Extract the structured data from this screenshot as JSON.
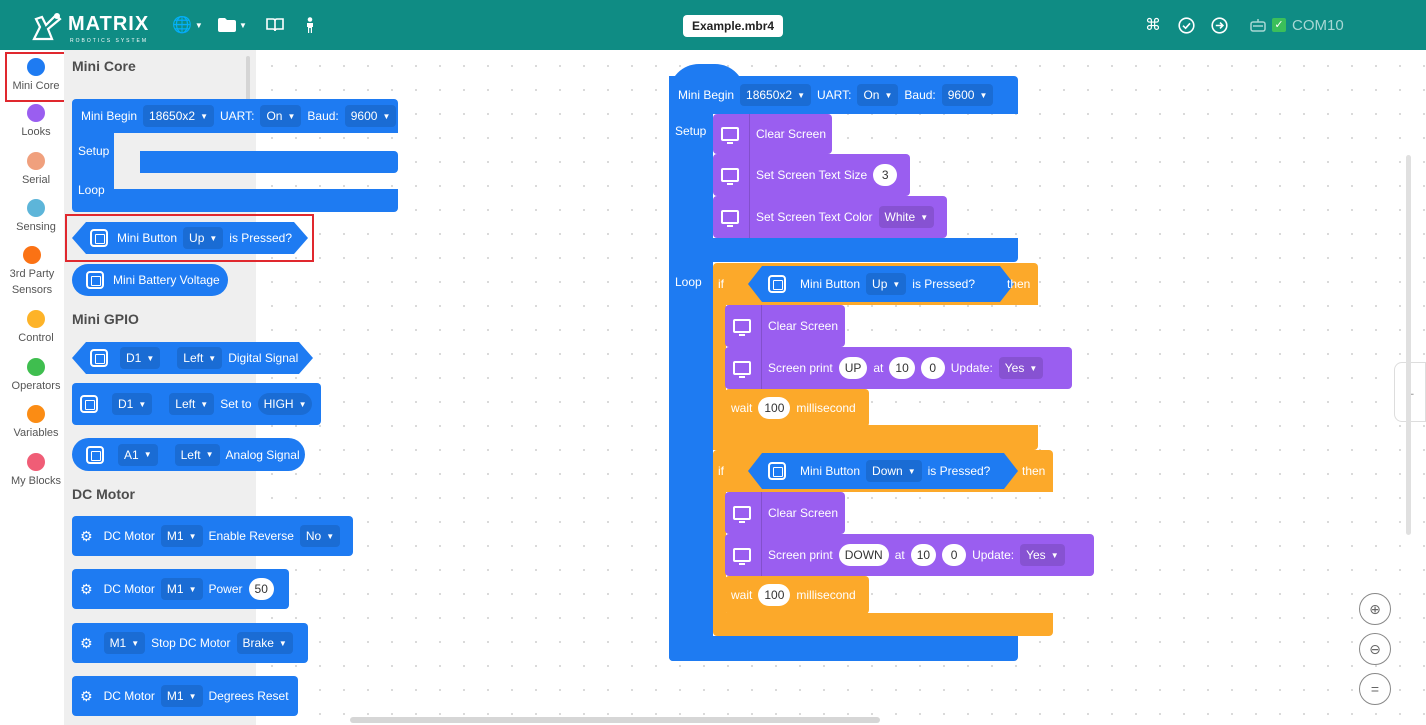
{
  "topbar": {
    "logo": "MATRIX",
    "logo_sub": "ROBOTICS SYSTEM",
    "file_name": "Example.mbr4",
    "port": "COM10"
  },
  "categories": [
    {
      "label": "Mini Core",
      "color": "#1e7bf2"
    },
    {
      "label": "Looks",
      "color": "#9a5ef0"
    },
    {
      "label": "Serial",
      "color": "#f0a07d"
    },
    {
      "label": "Sensing",
      "color": "#5db5d9"
    },
    {
      "label": "3rd Party Sensors",
      "color": "#fb7214"
    },
    {
      "label": "Control",
      "color": "#fdb328"
    },
    {
      "label": "Operators",
      "color": "#3fbe4f"
    },
    {
      "label": "Variables",
      "color": "#fb8c14"
    },
    {
      "label": "My Blocks",
      "color": "#f05d76"
    }
  ],
  "flyout": {
    "sections": [
      "Mini Core",
      "Mini GPIO",
      "DC Motor"
    ],
    "mini_begin": {
      "label": "Mini Begin",
      "battery": "18650x2",
      "uart_label": "UART:",
      "uart": "On",
      "baud_label": "Baud:",
      "baud": "9600",
      "setup": "Setup",
      "loop": "Loop"
    },
    "mini_button": {
      "label": "Mini Button",
      "value": "Up",
      "suffix": "is Pressed?"
    },
    "battery_voltage": "Mini Battery Voltage",
    "gpio_digital": {
      "pin": "D1",
      "side": "Left",
      "label": "Digital Signal"
    },
    "gpio_set": {
      "pin": "D1",
      "side": "Left",
      "label": "Set to",
      "value": "HIGH"
    },
    "gpio_analog": {
      "pin": "A1",
      "side": "Left",
      "label": "Analog Signal"
    },
    "dc_reverse": {
      "label": "DC Motor",
      "motor": "M1",
      "label2": "Enable Reverse",
      "value": "No"
    },
    "dc_power": {
      "label": "DC Motor",
      "motor": "M1",
      "label2": "Power",
      "value": "50"
    },
    "dc_stop": {
      "motor": "M1",
      "label": "Stop DC Motor",
      "value": "Brake"
    },
    "dc_reset": {
      "label": "DC Motor",
      "motor": "M1",
      "label2": "Degrees Reset"
    }
  },
  "program": {
    "begin": {
      "label": "Mini Begin",
      "battery": "18650x2",
      "uart_label": "UART:",
      "uart": "On",
      "baud_label": "Baud:",
      "baud": "9600",
      "setup": "Setup",
      "loop": "Loop"
    },
    "setup": {
      "clear": "Clear Screen",
      "text_size_label": "Set Screen Text Size",
      "text_size": "3",
      "text_color_label": "Set Screen Text Color",
      "text_color": "White"
    },
    "if1": {
      "if": "if",
      "then": "then",
      "button_label": "Mini Button",
      "button": "Up",
      "pressed": "is Pressed?",
      "clear": "Clear Screen",
      "print_label": "Screen print",
      "print_value": "UP",
      "at": "at",
      "x": "10",
      "y": "0",
      "update_label": "Update:",
      "update": "Yes",
      "wait": "wait",
      "wait_value": "100",
      "ms": "millisecond"
    },
    "if2": {
      "if": "if",
      "then": "then",
      "button_label": "Mini Button",
      "button": "Down",
      "pressed": "is Pressed?",
      "clear": "Clear Screen",
      "print_label": "Screen print",
      "print_value": "DOWN",
      "at": "at",
      "x": "10",
      "y": "0",
      "update_label": "Update:",
      "update": "Yes",
      "wait": "wait",
      "wait_value": "100",
      "ms": "millisecond"
    }
  }
}
